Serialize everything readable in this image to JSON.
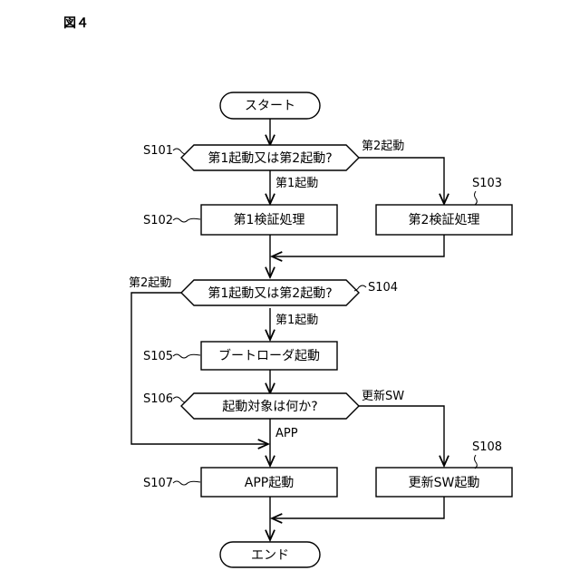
{
  "figure_title": "図４",
  "nodes": {
    "start": "スタート",
    "d101": "第1起動又は第2起動?",
    "p102": "第1検証処理",
    "p103": "第2検証処理",
    "d104": "第1起動又は第2起動?",
    "p105": "ブートローダ起動",
    "d106": "起動対象は何か?",
    "p107": "APP起動",
    "p108": "更新SW起動",
    "end": "エンド"
  },
  "steps": {
    "s101": "S101",
    "s102": "S102",
    "s103": "S103",
    "s104": "S104",
    "s105": "S105",
    "s106": "S106",
    "s107": "S107",
    "s108": "S108"
  },
  "edges": {
    "d101_first": "第1起動",
    "d101_second": "第2起動",
    "d104_first": "第1起動",
    "d104_second": "第2起動",
    "d106_app": "APP",
    "d106_update": "更新SW"
  }
}
